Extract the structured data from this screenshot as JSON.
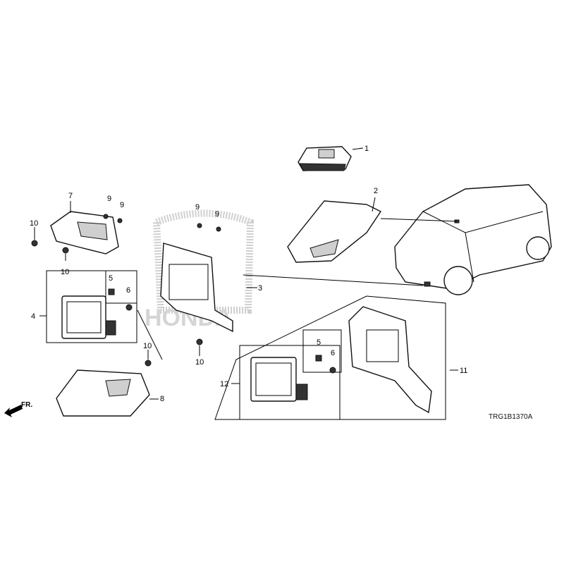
{
  "diagram": {
    "drawing_code": "TRG1B1370A",
    "front_indicator": "FR.",
    "watermark": "HONDA",
    "callouts": {
      "c1": "1",
      "c2": "2",
      "c3": "3",
      "c4": "4",
      "c5a": "5",
      "c6a": "6",
      "c7": "7",
      "c8": "8",
      "c9a": "9",
      "c9b": "9",
      "c9c": "9",
      "c9d": "9",
      "c10a": "10",
      "c10b": "10",
      "c10c": "10",
      "c10d": "10",
      "c11": "11",
      "c12": "12",
      "c5b": "5",
      "c6b": "6"
    }
  }
}
